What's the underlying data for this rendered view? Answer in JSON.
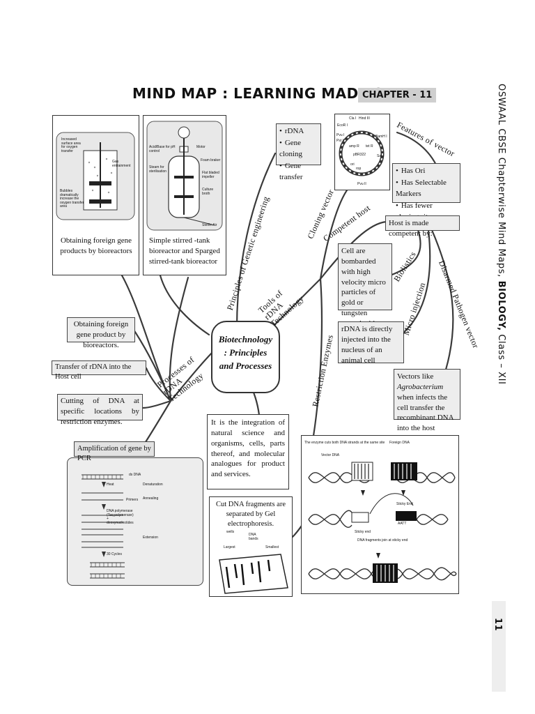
{
  "header": {
    "title": "MIND MAP : LEARNING MADE SIMPLE",
    "chapter": "CHAPTER - 11"
  },
  "sidebar": {
    "series": "OSWAAL CBSE Chapterwise Mind Maps,",
    "subject": "BIOLOGY,",
    "class": "Class – XII",
    "page_number": "11"
  },
  "central": {
    "title": "Biotechnology : Principles and Processes",
    "definition": "It is the integration of natural science and organisms, cells, parts thereof, and molecular analogues for product and services."
  },
  "branches": {
    "genetic_engineering": "Principles of Genetic engineering",
    "tools": "Tools of rDNA Technology",
    "processes": "Processes of rDNA Technology",
    "cloning_vector": "Cloning vector",
    "competent_host": "Competent host",
    "features_of_vector": "Features of vector",
    "restriction_enzymes": "Restriction Enzymes",
    "biolistics": "Biolistics",
    "micro_injection": "Micro injection",
    "disarmed_pathogen": "Disarmed Pathogen vector"
  },
  "genetic_engineering_items": [
    "rDNA",
    "Gene cloning",
    "Gene transfer"
  ],
  "vector_features": [
    "Has Ori",
    "Has Selectable Markers",
    "Has fewer cloning sites"
  ],
  "host": {
    "title": "Host is made competent by:",
    "biolistics": "Cell are bombarded with high velocity micro particles of gold or tungsten coated with DNA",
    "microinjection": "rDNA is directly injected into the nucleus of an animal cell",
    "vector_prefix": "Vectors like",
    "vector_organism": "Agrobacterium",
    "vector_suffix": "when infects the cell transfer the recombinant DNA into the host"
  },
  "processes": {
    "step1": "Obtaining foreign gene product by bioreactors.",
    "step2": "Transfer of rDNA into the Host cell",
    "step3": "Cutting of DNA at specific locations by restriction enzymes.",
    "pcr_title": "Amplification of gene by PCR"
  },
  "bioreactors": {
    "caption1": "Obtaining foreign gene products by bioreactors",
    "caption2": "Simple stirred -tank bioreactor and Sparged stirred-tank bioreactor",
    "fig1_labels": [
      "Increased surface area for oxygen transfer",
      "Gas entrainment",
      "Bubbles dramatically increase the oxygen transfer area"
    ],
    "fig2_labels": [
      "Motor",
      "Acid/Base for pH control",
      "Foam braker",
      "Steam for sterilisation",
      "Flat bladed impeller",
      "Culture broth",
      "Sterile Air"
    ]
  },
  "plasmid": {
    "labels": [
      "Cla I",
      "Hind III",
      "EcoR I",
      "BamH I",
      "Pvu I",
      "Sal I",
      "Pst I",
      "amp R",
      "tet R",
      "pBR322",
      "ori",
      "rop",
      "Pvu II"
    ]
  },
  "pcr": {
    "labels": [
      "ds DNA",
      "Heat",
      "Denaturation",
      "Primers",
      "Annealing",
      "DNA polymerase (Taq polymerase) + deoxynucleotides",
      "Extension",
      "30 Cycles"
    ]
  },
  "electrophoresis": {
    "caption": "Cut DNA fragments are separated by Gel electrophoresis.",
    "labels": [
      "wells",
      "DNA bands",
      "Largest",
      "Smallest"
    ]
  },
  "restriction_fig": {
    "labels": [
      "The enzyme cuts both DNA strands at the same site",
      "Foreign DNA",
      "Vector DNA",
      "Sticky End",
      "Sticky end",
      "DNA fragments join at sticky end",
      "AATT"
    ]
  }
}
